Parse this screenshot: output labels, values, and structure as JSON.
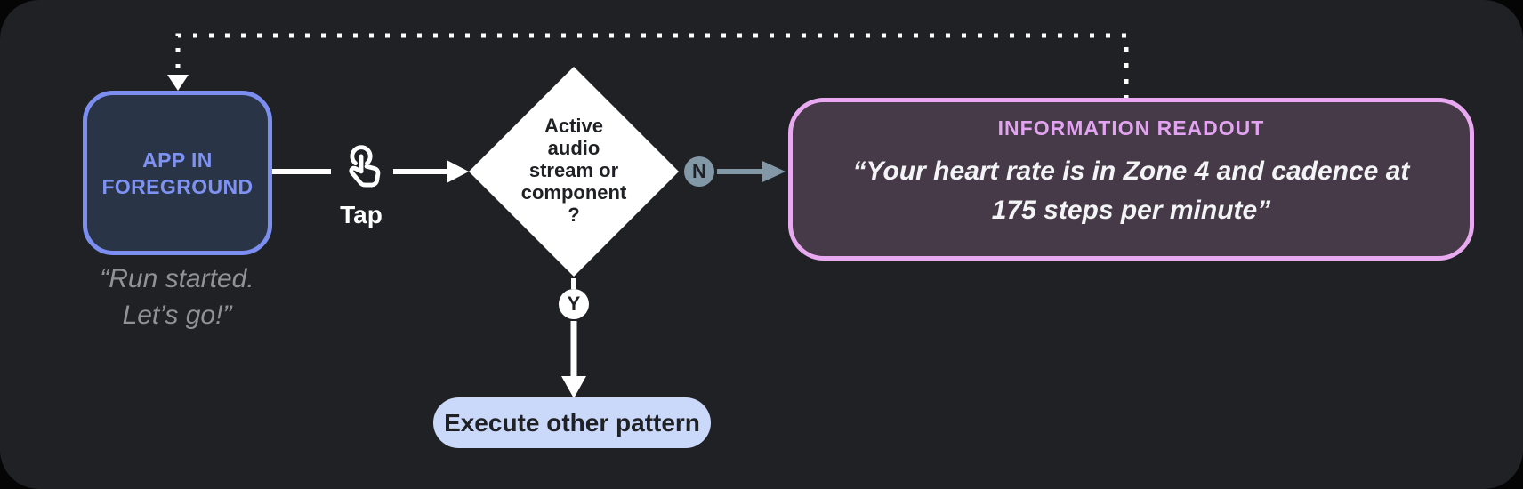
{
  "theme": {
    "page_bg": "#050505",
    "card_bg": "#1F2124",
    "app_border": "#7C8EF0",
    "app_fill": "#2A3447",
    "app_text": "#7E92F3",
    "caption_text": "#8F9296",
    "white": "#FFFFFF",
    "dark_text": "#1F2124",
    "slate": "#8298A7",
    "readout_border": "#E9A9F1",
    "readout_fill": "#463948",
    "readout_title": "#E2A3F0",
    "readout_text": "#F3F4F6",
    "pill_bg": "#CAD8FA"
  },
  "app_node": {
    "lines": [
      "APP IN",
      "FOREGROUND"
    ],
    "caption_lines": [
      "“Run started.",
      "Let’s go!”"
    ]
  },
  "tap_edge": {
    "label": "Tap",
    "icon": "touch-tap-gesture-icon"
  },
  "decision_node": {
    "lines": [
      "Active",
      "audio",
      "stream or",
      "component",
      "?"
    ]
  },
  "branches": {
    "no_label": "N",
    "yes_label": "Y"
  },
  "readout_node": {
    "title": "INFORMATION READOUT",
    "quote_lines": [
      "“Your heart rate is in Zone 4 and cadence at",
      "175 steps per minute”"
    ]
  },
  "action_node": {
    "label": "Execute other pattern"
  }
}
